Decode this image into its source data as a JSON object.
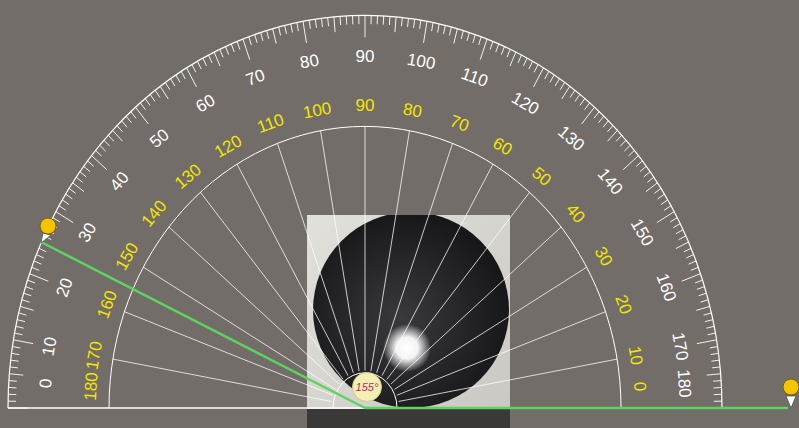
{
  "diagram": {
    "nodes": [
      {
        "text": [
          "155°"
        ]
      }
    ],
    "labels": [
      "0",
      "10",
      "20",
      "30",
      "40",
      "50",
      "60",
      "70",
      "80",
      "90",
      "100",
      "110",
      "120",
      "130",
      "140",
      "150",
      "160",
      "170",
      "180",
      "180",
      "170",
      "160",
      "150",
      "140",
      "130",
      "120",
      "110",
      "100",
      "90",
      "80",
      "70",
      "60",
      "50",
      "40",
      "30",
      "20",
      "10",
      "0"
    ]
  }
}
